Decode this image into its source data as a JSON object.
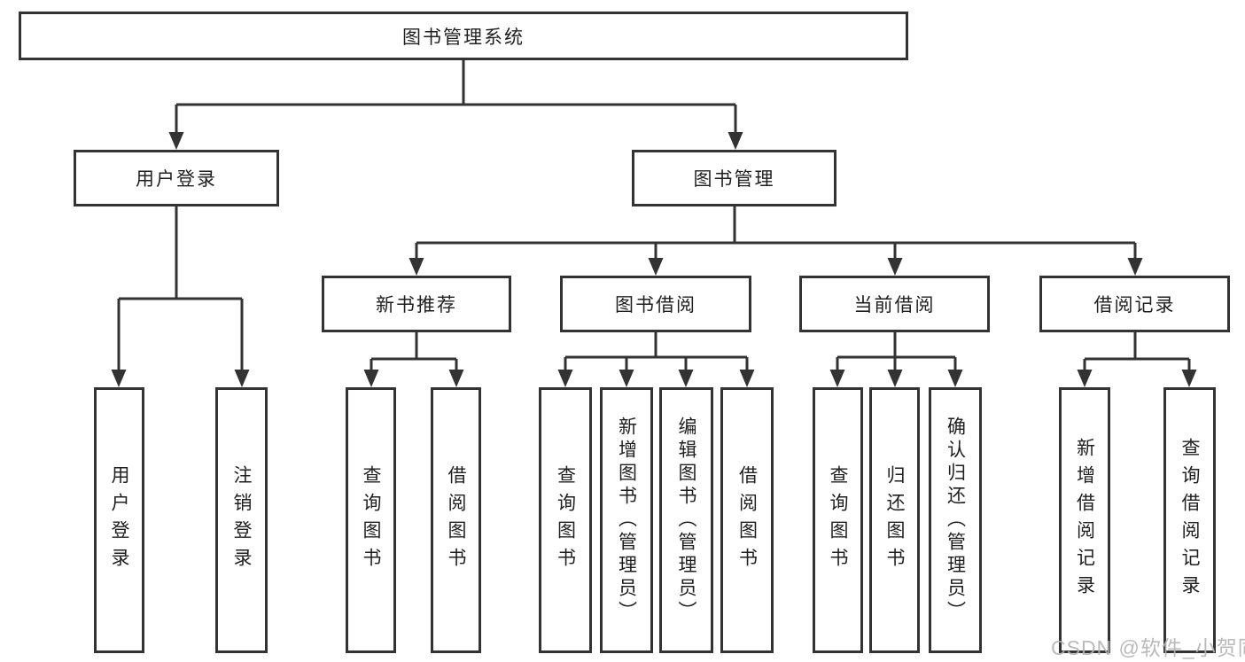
{
  "tree": {
    "root": "图书管理系统",
    "branches": [
      {
        "label": "用户登录",
        "children": [
          "用户登录",
          "注销登录"
        ]
      },
      {
        "label": "图书管理",
        "groups": [
          {
            "label": "新书推荐",
            "children": [
              "查询图书",
              "借阅图书"
            ]
          },
          {
            "label": "图书借阅",
            "children": [
              "查询图书",
              "新增图书（管理员）",
              "编辑图书（管理员）",
              "借阅图书"
            ]
          },
          {
            "label": "当前借阅",
            "children": [
              "查询图书",
              "归还图书",
              "确认归还（管理员）"
            ]
          },
          {
            "label": "借阅记录",
            "children": [
              "新增借阅记录",
              "查询借阅记录"
            ]
          }
        ]
      }
    ]
  },
  "watermark": {
    "text": "CSDN @软件_小贺同学"
  },
  "colors": {
    "line": "#333333",
    "border": "#333333",
    "fill": "#ffffff",
    "text": "#1f1f1f",
    "watermark": "#b3b3b3",
    "bg": "#ffffff"
  }
}
